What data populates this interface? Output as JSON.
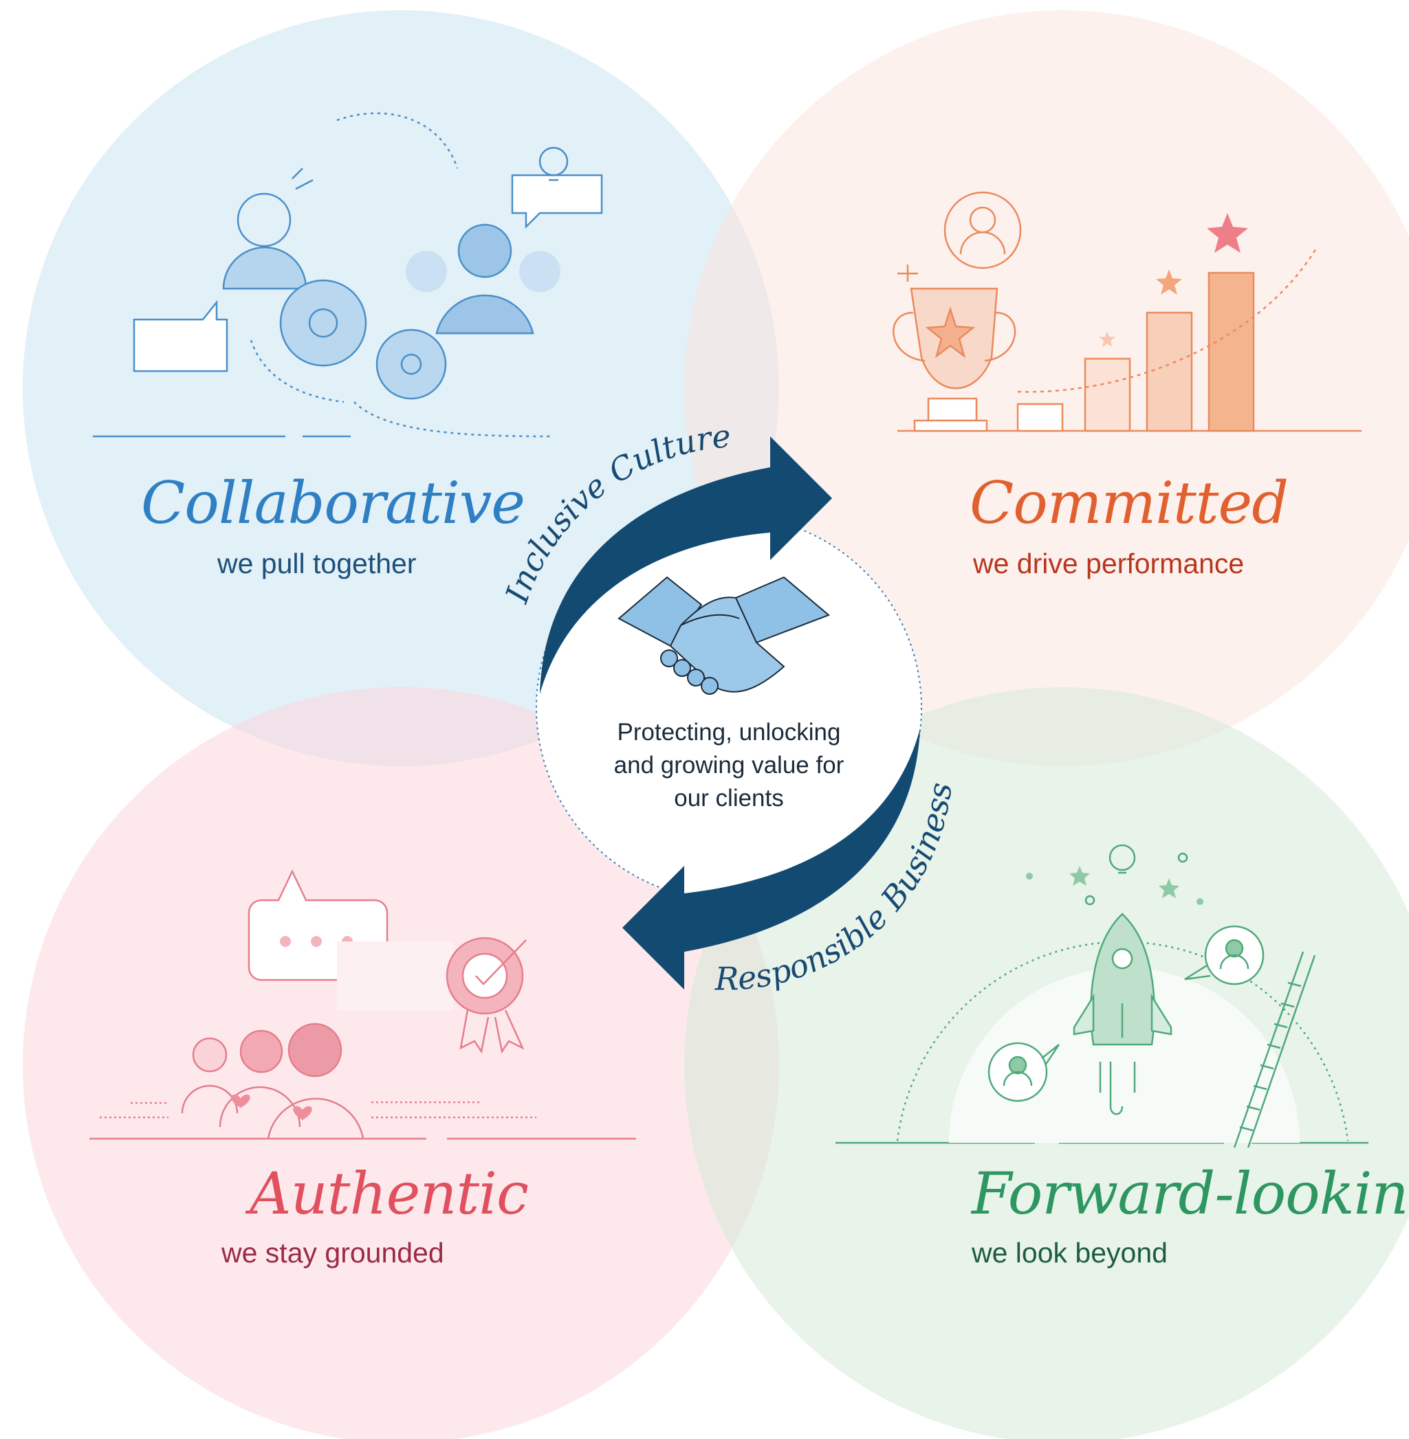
{
  "center": {
    "line1": "Protecting, unlocking",
    "line2": "and growing value for",
    "line3": "our clients"
  },
  "cycle": {
    "top_label": "Inclusive Culture",
    "bottom_label": "Responsible Business"
  },
  "values": [
    {
      "title": "Collaborative",
      "subtitle": "we pull together",
      "icon": "teamwork-gears-icon"
    },
    {
      "title": "Committed",
      "subtitle": "we drive performance",
      "icon": "trophy-bar-chart-icon"
    },
    {
      "title": "Authentic",
      "subtitle": "we stay grounded",
      "icon": "people-hearts-award-icon"
    },
    {
      "title": "Forward-looking",
      "subtitle": "we look beyond",
      "icon": "rocket-ladder-icon"
    }
  ],
  "colors": {
    "collaborative": "#2f7fc4",
    "committed": "#e0612f",
    "authentic": "#e0505f",
    "forward_looking": "#2e9660",
    "arrows": "#124a72"
  }
}
